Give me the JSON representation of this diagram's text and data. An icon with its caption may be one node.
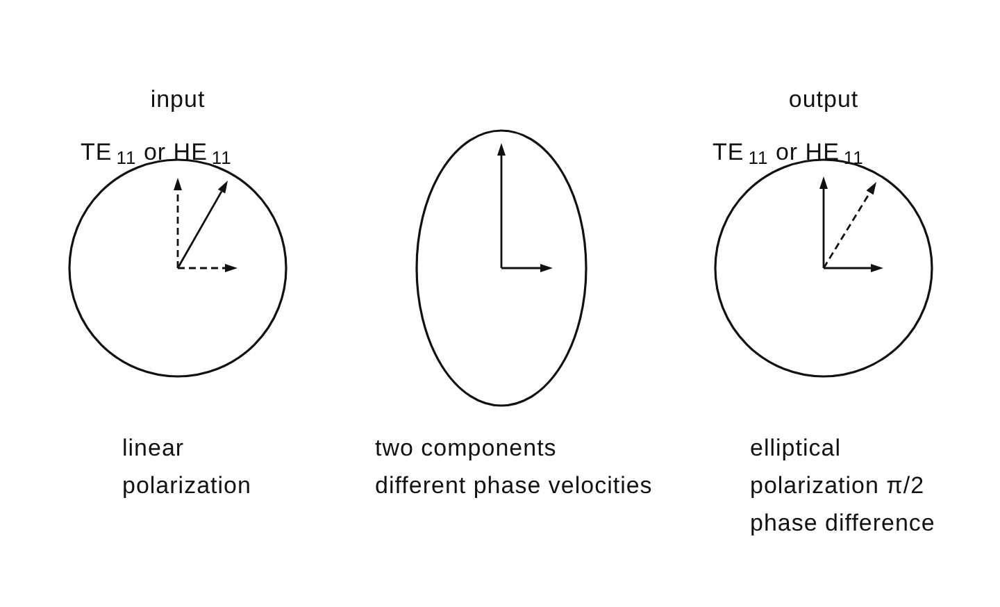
{
  "diagram": {
    "nodes": [
      {
        "text": [],
        "shape": "circle",
        "beside": [
          "input",
          "TE$_{11}$ or HE$_{11}$",
          "linear polarization"
        ]
      },
      {
        "text": [],
        "shape": "ellipse",
        "beside": [
          "two components different phase velocities"
        ]
      },
      {
        "text": [],
        "shape": "circle",
        "beside": [
          "output",
          "TE$_{11}$ or HE$_{11}$",
          "elliptical polarization π/2 phase difference"
        ]
      }
    ],
    "edges": []
  }
}
